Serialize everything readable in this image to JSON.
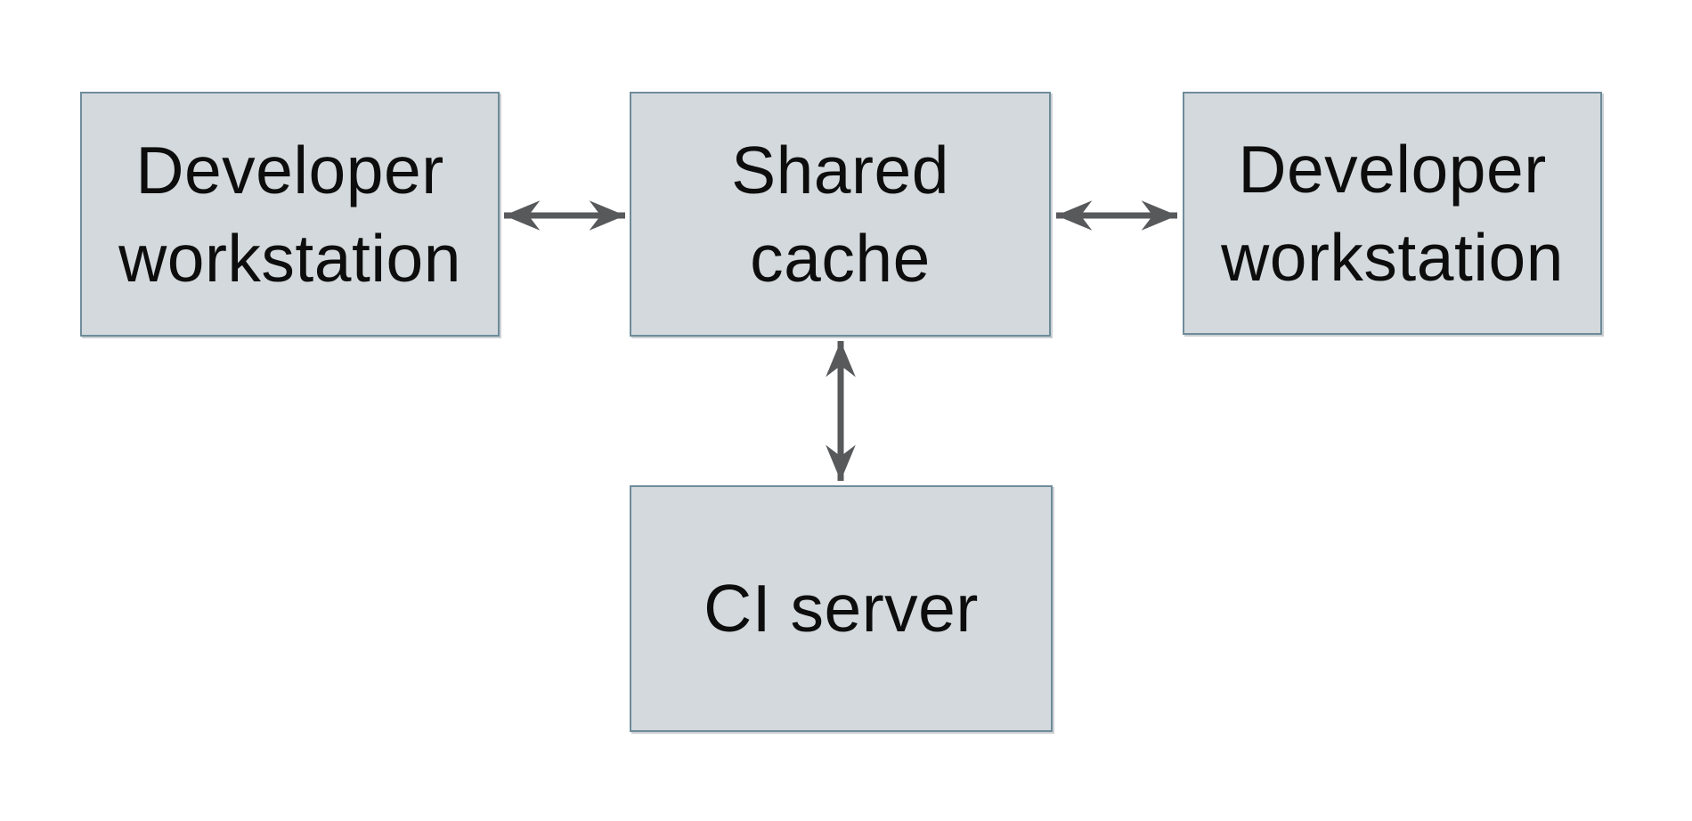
{
  "diagram": {
    "nodes": [
      {
        "id": "developer-workstation-left",
        "label": "Developer\nworkstation"
      },
      {
        "id": "shared-cache",
        "label": "Shared\ncache"
      },
      {
        "id": "developer-workstation-right",
        "label": "Developer\nworkstation"
      },
      {
        "id": "ci-server",
        "label": "CI server"
      }
    ],
    "edges": [
      {
        "from": "developer-workstation-left",
        "to": "shared-cache",
        "style": "double-headed-arrow"
      },
      {
        "from": "shared-cache",
        "to": "developer-workstation-right",
        "style": "double-headed-arrow"
      },
      {
        "from": "shared-cache",
        "to": "ci-server",
        "style": "double-headed-arrow"
      }
    ],
    "colors": {
      "node_fill": "#d3d9dc",
      "node_border": "#6e8c9a",
      "arrow": "#58595b",
      "text": "#0d0d0d",
      "background": "#ffffff"
    }
  }
}
